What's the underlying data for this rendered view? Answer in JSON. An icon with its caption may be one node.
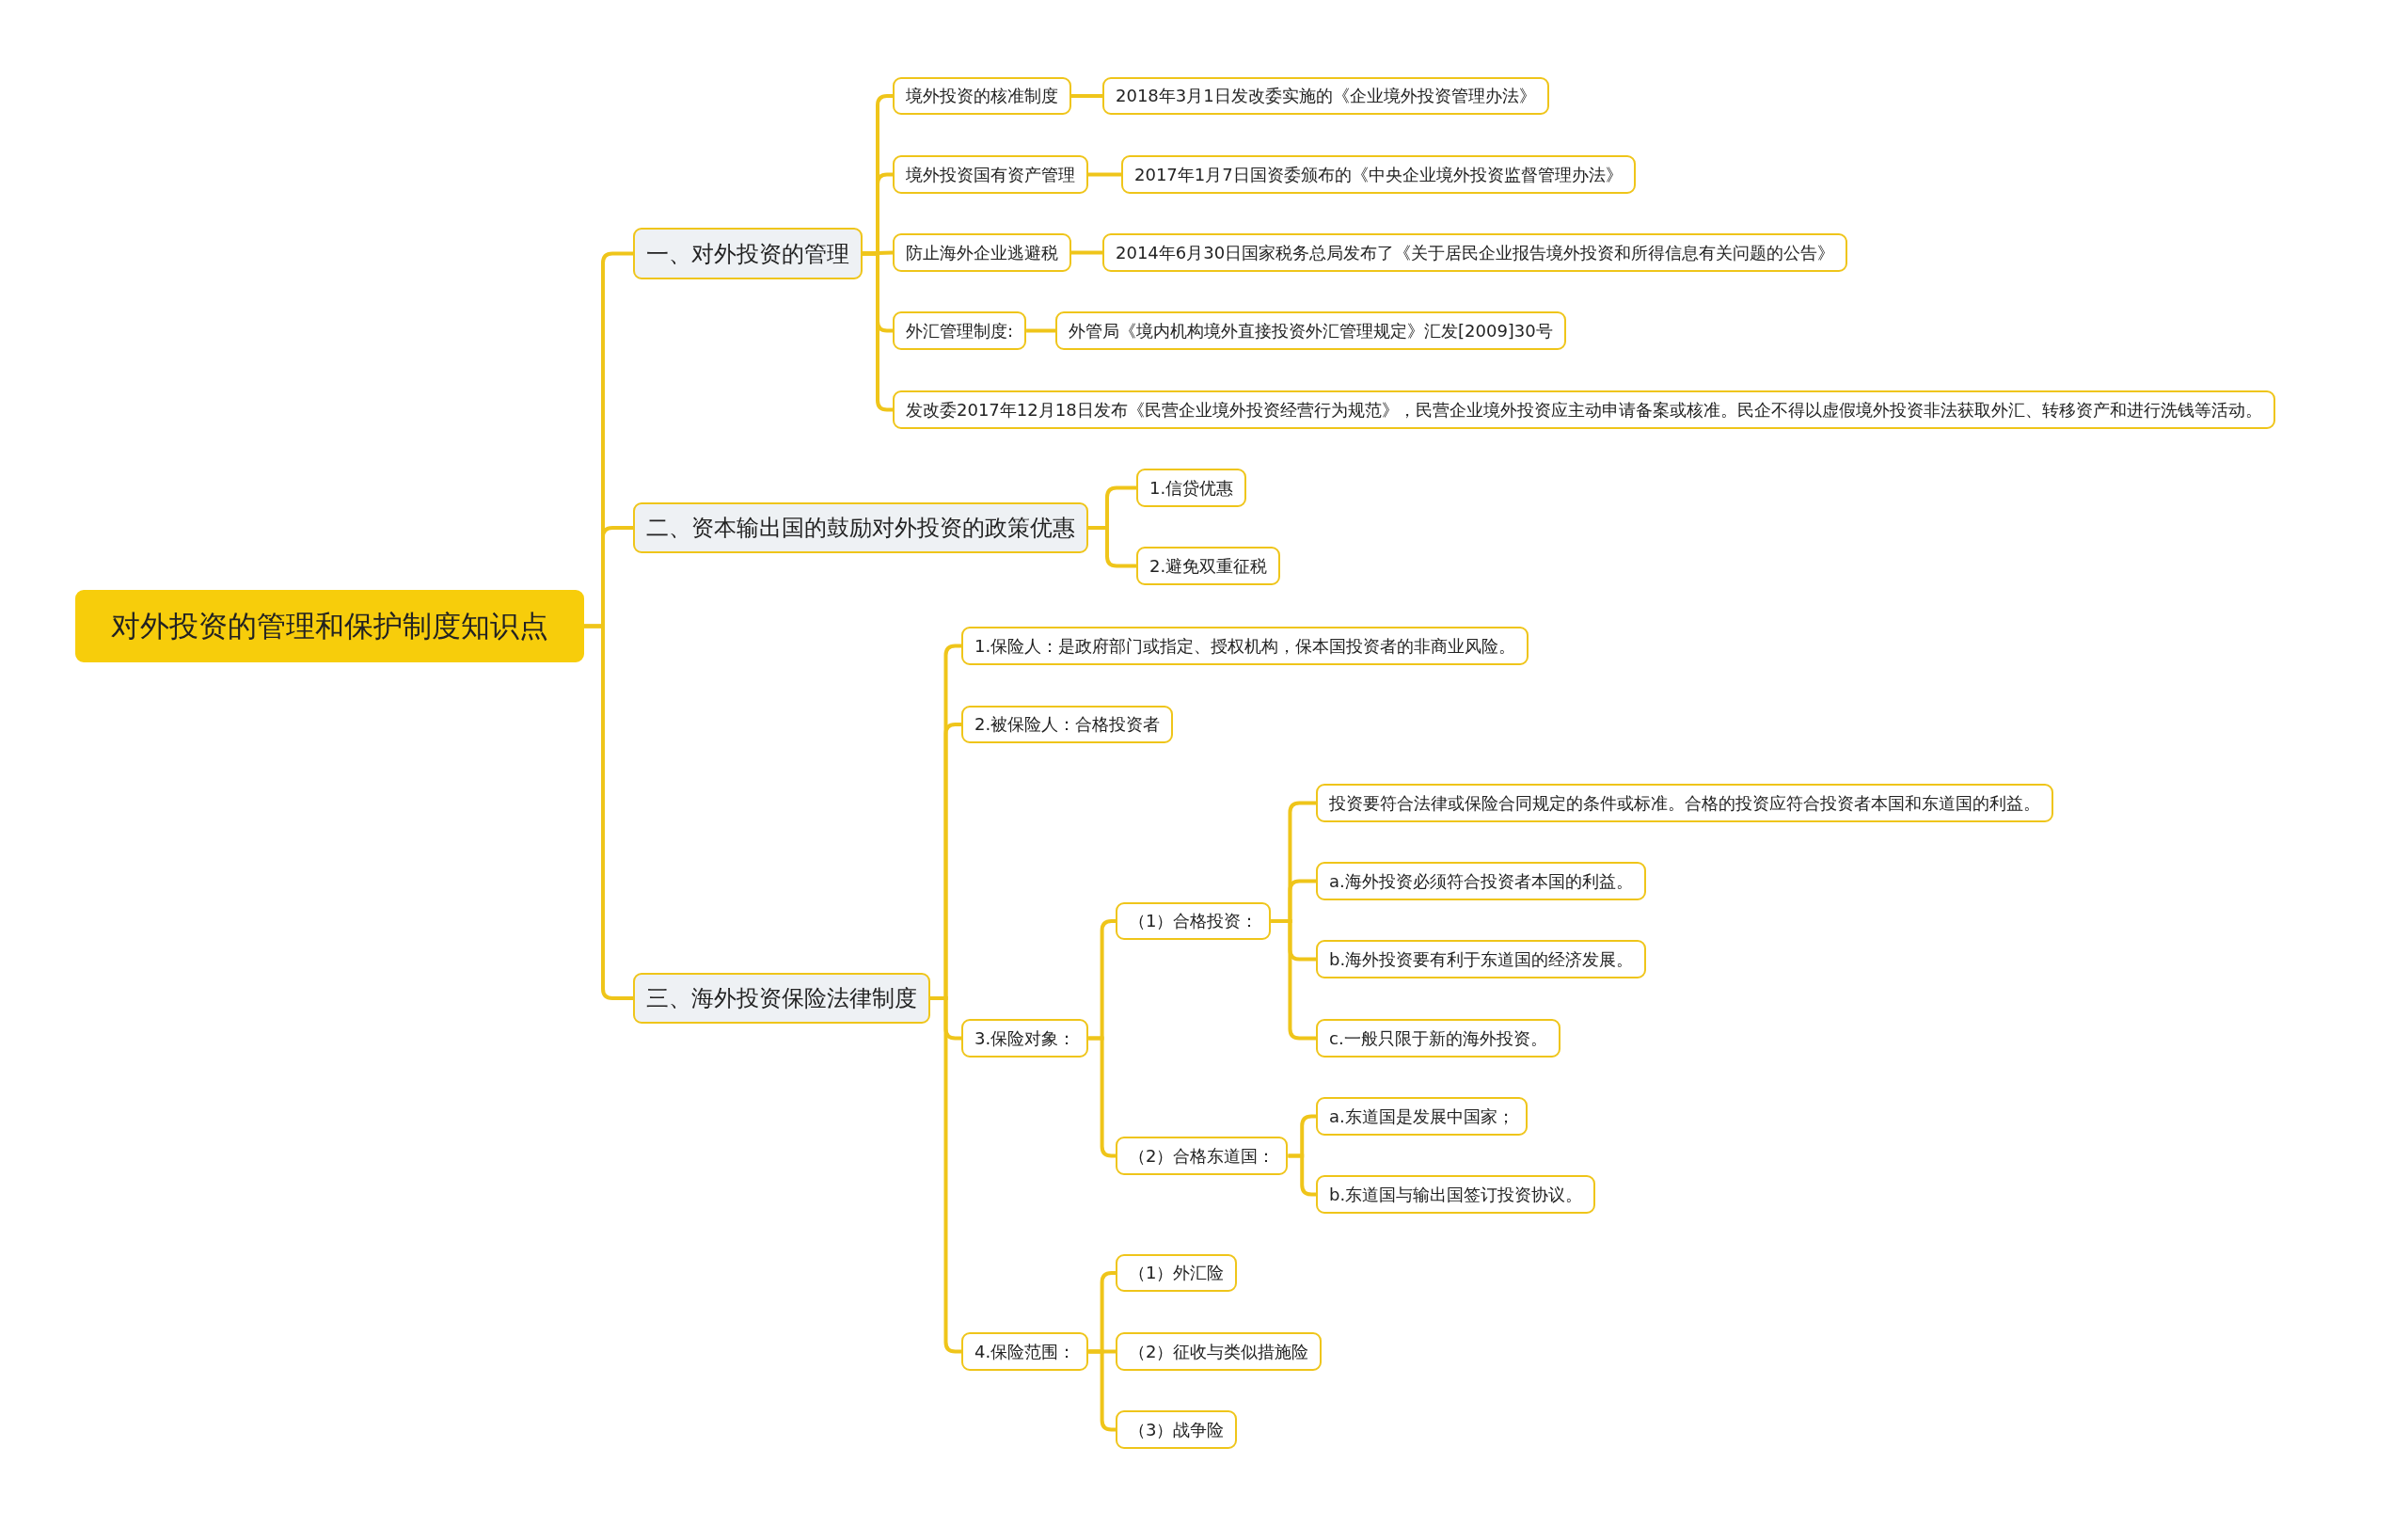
{
  "diagram": {
    "nodes": [
      {
        "text": [
          "对外投资的管理和保护制度知识点"
        ]
      },
      {
        "text": [
          "一、对外投资的管理"
        ]
      },
      {
        "text": [
          "境外投资的核准制度"
        ]
      },
      {
        "text": [
          "2018年3月1日发改委实施的《企业境外投资管理办法》"
        ]
      },
      {
        "text": [
          "境外投资国有资产管理"
        ]
      },
      {
        "text": [
          "2017年1月7日国资委颁布的《中央企业境外投资监督管理办法》"
        ]
      },
      {
        "text": [
          "防止海外企业逃避税"
        ]
      },
      {
        "text": [
          "2014年6月30日国家税务总局发布了《关于居民企业报告境外投资和所得信息有关问题的公告》"
        ]
      },
      {
        "text": [
          "外汇管理制度:"
        ]
      },
      {
        "text": [
          "外管局《境内机构境外直接投资外汇管理规定》汇发[2009]30号"
        ]
      },
      {
        "text": [
          "发改委2017年12月18日发布《民营企业境外投资经营行为规范》，民营企业境外投资应主动申请备案或核准。民企不得以虚假境外投资非法获取外汇、转移资产和进行洗钱等活动。"
        ]
      },
      {
        "text": [
          "二、资本输出国的鼓励对外投资的政策优惠"
        ]
      },
      {
        "text": [
          "1.信贷优惠"
        ]
      },
      {
        "text": [
          "2.避免双重征税"
        ]
      },
      {
        "text": [
          "三、海外投资保险法律制度"
        ]
      },
      {
        "text": [
          "1.保险人：是政府部门或指定、授权机构，保本国投资者的非商业风险。"
        ]
      },
      {
        "text": [
          "2.被保险人：合格投资者"
        ]
      },
      {
        "text": [
          "3.保险对象："
        ]
      },
      {
        "text": [
          "（1）合格投资："
        ]
      },
      {
        "text": [
          "投资要符合法律或保险合同规定的条件或标准。合格的投资应符合投资者本国和东道国的利益。"
        ]
      },
      {
        "text": [
          "a.海外投资必须符合投资者本国的利益。"
        ]
      },
      {
        "text": [
          "b.海外投资要有利于东道国的经济发展。"
        ]
      },
      {
        "text": [
          "c.一般只限于新的海外投资。"
        ]
      },
      {
        "text": [
          "（2）合格东道国："
        ]
      },
      {
        "text": [
          "a.东道国是发展中国家；"
        ]
      },
      {
        "text": [
          "b.东道国与输出国签订投资协议。"
        ]
      },
      {
        "text": [
          "4.保险范围："
        ]
      },
      {
        "text": [
          "（1）外汇险"
        ]
      },
      {
        "text": [
          "（2）征收与类似措施险"
        ]
      },
      {
        "text": [
          "（3）战争险"
        ]
      }
    ],
    "edges": [
      {
        "from": 0,
        "to": 1,
        "arrow": "none"
      },
      {
        "from": 1,
        "to": 2,
        "arrow": "none"
      },
      {
        "from": 2,
        "to": 3,
        "arrow": "none"
      },
      {
        "from": 1,
        "to": 4,
        "arrow": "none"
      },
      {
        "from": 4,
        "to": 5,
        "arrow": "none"
      },
      {
        "from": 1,
        "to": 6,
        "arrow": "none"
      },
      {
        "from": 6,
        "to": 7,
        "arrow": "none"
      },
      {
        "from": 1,
        "to": 8,
        "arrow": "none"
      },
      {
        "from": 8,
        "to": 9,
        "arrow": "none"
      },
      {
        "from": 1,
        "to": 10,
        "arrow": "none"
      },
      {
        "from": 0,
        "to": 11,
        "arrow": "none"
      },
      {
        "from": 11,
        "to": 12,
        "arrow": "none"
      },
      {
        "from": 11,
        "to": 13,
        "arrow": "none"
      },
      {
        "from": 0,
        "to": 14,
        "arrow": "none"
      },
      {
        "from": 14,
        "to": 15,
        "arrow": "none"
      },
      {
        "from": 14,
        "to": 16,
        "arrow": "none"
      },
      {
        "from": 14,
        "to": 17,
        "arrow": "none"
      },
      {
        "from": 17,
        "to": 18,
        "arrow": "none"
      },
      {
        "from": 18,
        "to": 19,
        "arrow": "none"
      },
      {
        "from": 18,
        "to": 20,
        "arrow": "none"
      },
      {
        "from": 18,
        "to": 21,
        "arrow": "none"
      },
      {
        "from": 18,
        "to": 22,
        "arrow": "none"
      },
      {
        "from": 17,
        "to": 23,
        "arrow": "none"
      },
      {
        "from": 23,
        "to": 24,
        "arrow": "none"
      },
      {
        "from": 23,
        "to": 25,
        "arrow": "none"
      },
      {
        "from": 14,
        "to": 26,
        "arrow": "none"
      },
      {
        "from": 26,
        "to": 27,
        "arrow": "none"
      },
      {
        "from": 26,
        "to": 28,
        "arrow": "none"
      },
      {
        "from": 26,
        "to": 29,
        "arrow": "none"
      }
    ]
  }
}
